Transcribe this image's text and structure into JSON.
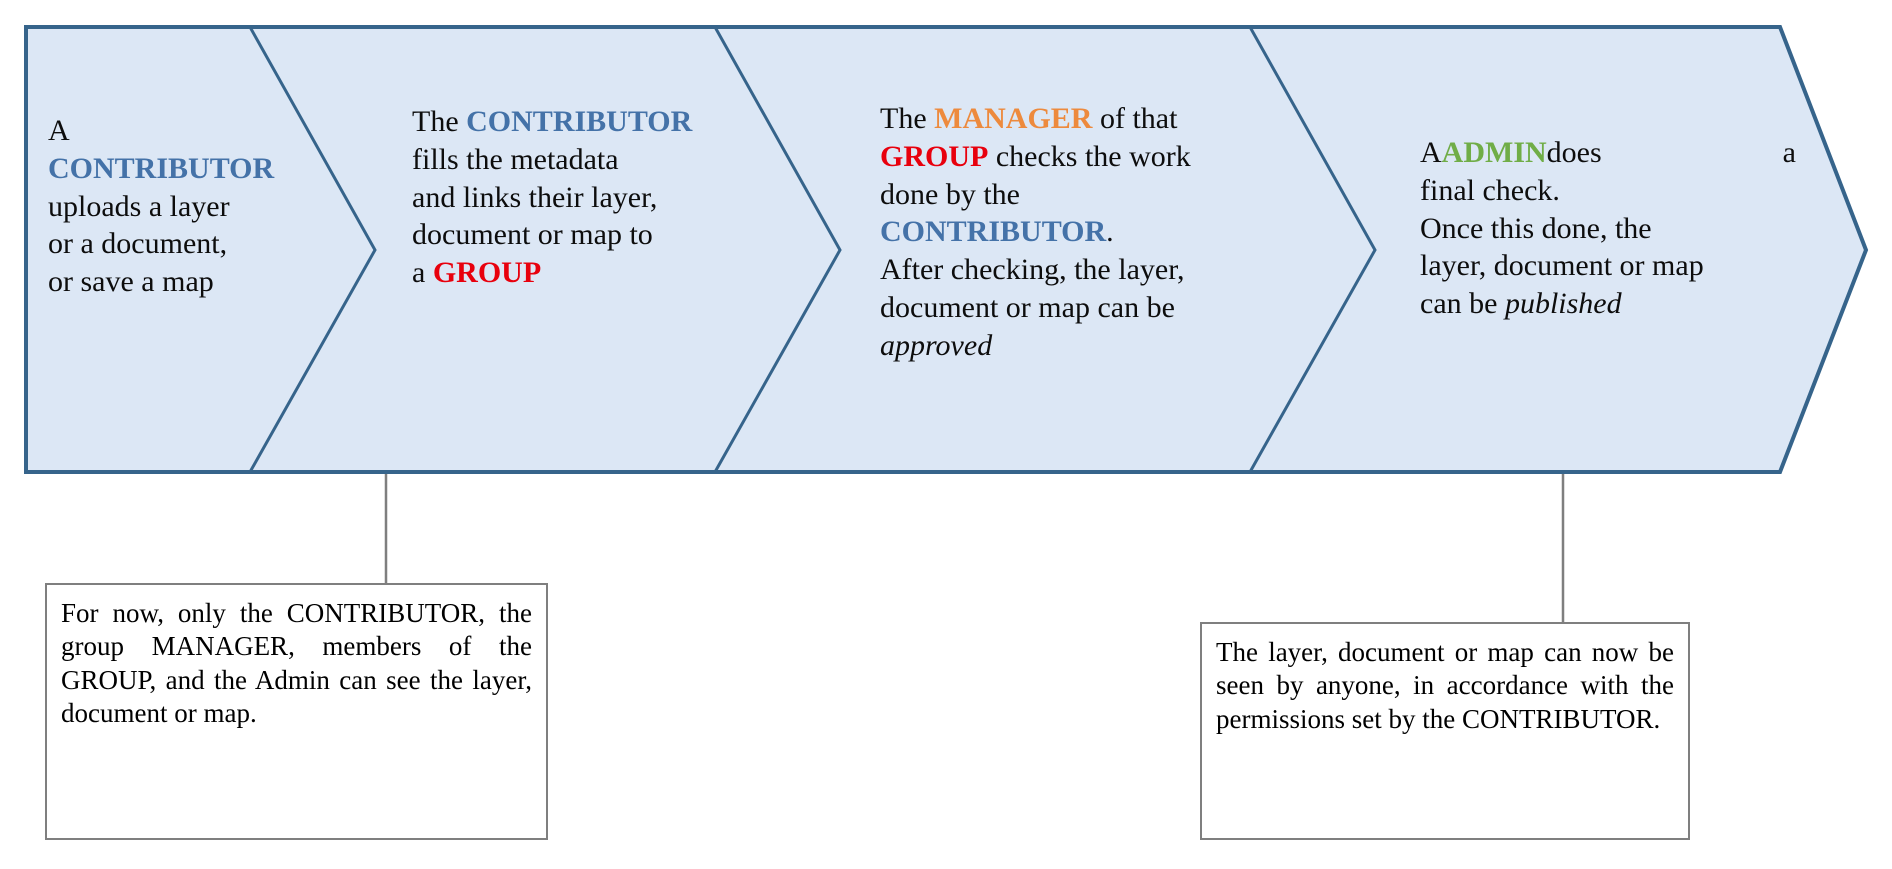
{
  "diagram": {
    "title": "GeoNode publication workflow chevron diagram",
    "colors": {
      "chevron_fill": "#dce7f5",
      "chevron_stroke": "#36648b",
      "contributor": "#4472a8",
      "group": "#e8000d",
      "manager": "#ed8a3d",
      "admin": "#70ad47",
      "note_border": "#7f7f7f",
      "connector": "#7f7f7f",
      "text": "#0d0d0d"
    },
    "steps": [
      {
        "id": "step-1",
        "index": 1,
        "segments": [
          {
            "text": "A\n",
            "style": "plain"
          },
          {
            "text": "CONTRIBUTOR",
            "style": "keyword-contributor"
          },
          {
            "text": "\nuploads a layer\nor a document,\nor save a map",
            "style": "plain"
          }
        ],
        "plain_text": "A CONTRIBUTOR uploads a layer or a document, or save a map"
      },
      {
        "id": "step-2",
        "index": 2,
        "segments": [
          {
            "text": "The ",
            "style": "plain"
          },
          {
            "text": "CONTRIBUTOR",
            "style": "keyword-contributor"
          },
          {
            "text": "\nfills the metadata\nand links their layer,\ndocument or map to\na ",
            "style": "plain"
          },
          {
            "text": "GROUP",
            "style": "keyword-group"
          }
        ],
        "plain_text": "The CONTRIBUTOR fills the metadata and links their layer, document or map to a GROUP"
      },
      {
        "id": "step-3",
        "index": 3,
        "segments": [
          {
            "text": "The ",
            "style": "plain"
          },
          {
            "text": "MANAGER",
            "style": "keyword-manager"
          },
          {
            "text": " of that\n",
            "style": "plain"
          },
          {
            "text": "GROUP",
            "style": "keyword-group"
          },
          {
            "text": " checks the work\ndone by the ",
            "style": "plain"
          },
          {
            "text": "CONTRIBUTOR",
            "style": "keyword-contributor"
          },
          {
            "text": ".\nAfter checking, the layer,\ndocument or map can be\n",
            "style": "plain"
          },
          {
            "text": "approved",
            "style": "italic"
          }
        ],
        "plain_text": "The MANAGER of that GROUP checks the work done by the CONTRIBUTOR. After checking, the layer, document or map can be approved"
      },
      {
        "id": "step-4",
        "index": 4,
        "segments": [
          {
            "text": "A ",
            "style": "plain"
          },
          {
            "text": "ADMIN",
            "style": "keyword-admin"
          },
          {
            "text": " does a",
            "style": "plain"
          },
          {
            "text": "\nfinal check.\nOnce this done, the\nlayer, document or map\ncan be ",
            "style": "plain"
          },
          {
            "text": "published",
            "style": "italic"
          }
        ],
        "line1_parts": {
          "a": "A",
          "admin": "ADMIN",
          "does_a": "does a"
        },
        "rest": "final check.\nOnce this done, the\nlayer, document or map\ncan be ",
        "rest_italic": "published",
        "plain_text": "A ADMIN does a final check. Once this done, the layer, document or map can be published"
      }
    ],
    "notes": [
      {
        "id": "note-left",
        "text": "For now, only the CONTRIBUTOR, the group MANAGER, members of the GROUP, and the Admin can see the layer, document or map.",
        "attached_to_step": 1
      },
      {
        "id": "note-right",
        "text": "The layer, document or map can now be seen by anyone, in accordance with the permissions set by the CONTRIBUTOR.",
        "attached_to_step": 4
      }
    ]
  }
}
